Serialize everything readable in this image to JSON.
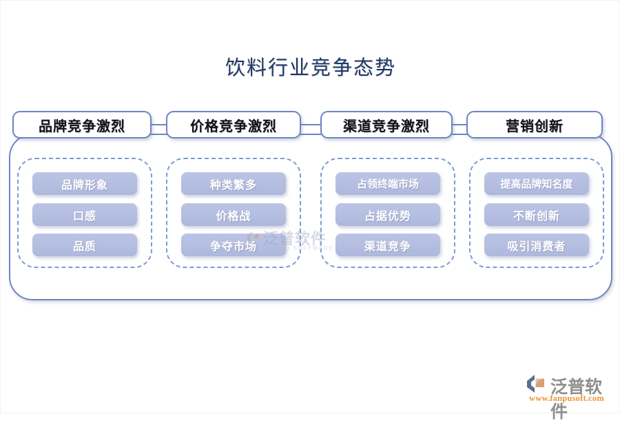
{
  "title": "饮料行业竞争态势",
  "columns": [
    {
      "header": "品牌竞争激烈",
      "items": [
        "品牌形象",
        "口感",
        "品质"
      ]
    },
    {
      "header": "价格竞争激烈",
      "items": [
        "种类繁多",
        "价格战",
        "争夺市场"
      ]
    },
    {
      "header": "渠道竞争激烈",
      "items": [
        "占领终端市场",
        "占据优势",
        "渠道竞争"
      ]
    },
    {
      "header": "营销创新",
      "items": [
        "提高品牌知名度",
        "不断创新",
        "吸引消费者"
      ]
    }
  ],
  "watermark": {
    "text_cn": "泛普软件",
    "text_en": "FANPU SOFTWARE"
  },
  "logo": {
    "name_cn": "泛普软件",
    "url": "www.fanpusoft.com"
  },
  "colors": {
    "title": "#1f3864",
    "frame_border": "#6b84c4",
    "dashed_border": "#7e99d4",
    "pill_fill": "#b4bee0",
    "pill_text": "#ffffff",
    "logo_text": "#8e8e8e",
    "logo_url": "#e8963c",
    "background": "#ffffff"
  }
}
